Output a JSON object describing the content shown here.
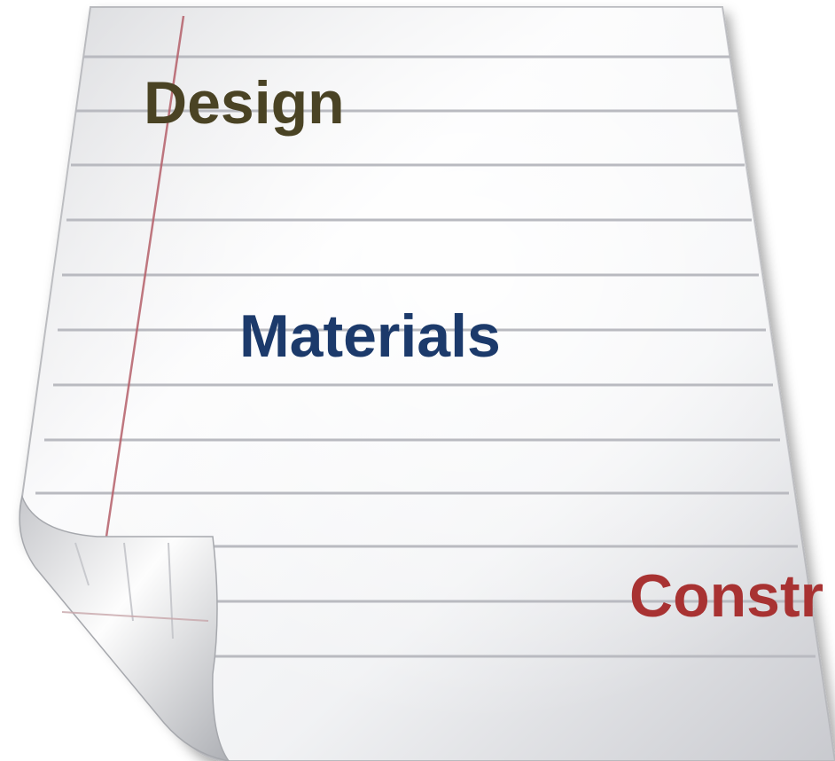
{
  "words": {
    "design": "Design",
    "materials": "Materials",
    "construction": "Constr"
  },
  "colors": {
    "design": "#4a4324",
    "materials": "#1c3a6b",
    "construction": "#a83232",
    "page_background": "#ffffff",
    "paper_light": "#f7f7f8",
    "paper_shadow": "#cfd0d4",
    "ruled_line": "#b9bac0",
    "margin_line": "#b5606a"
  },
  "icons": {
    "paper": "lined-notebook-paper-icon",
    "curl": "page-curl-icon"
  }
}
